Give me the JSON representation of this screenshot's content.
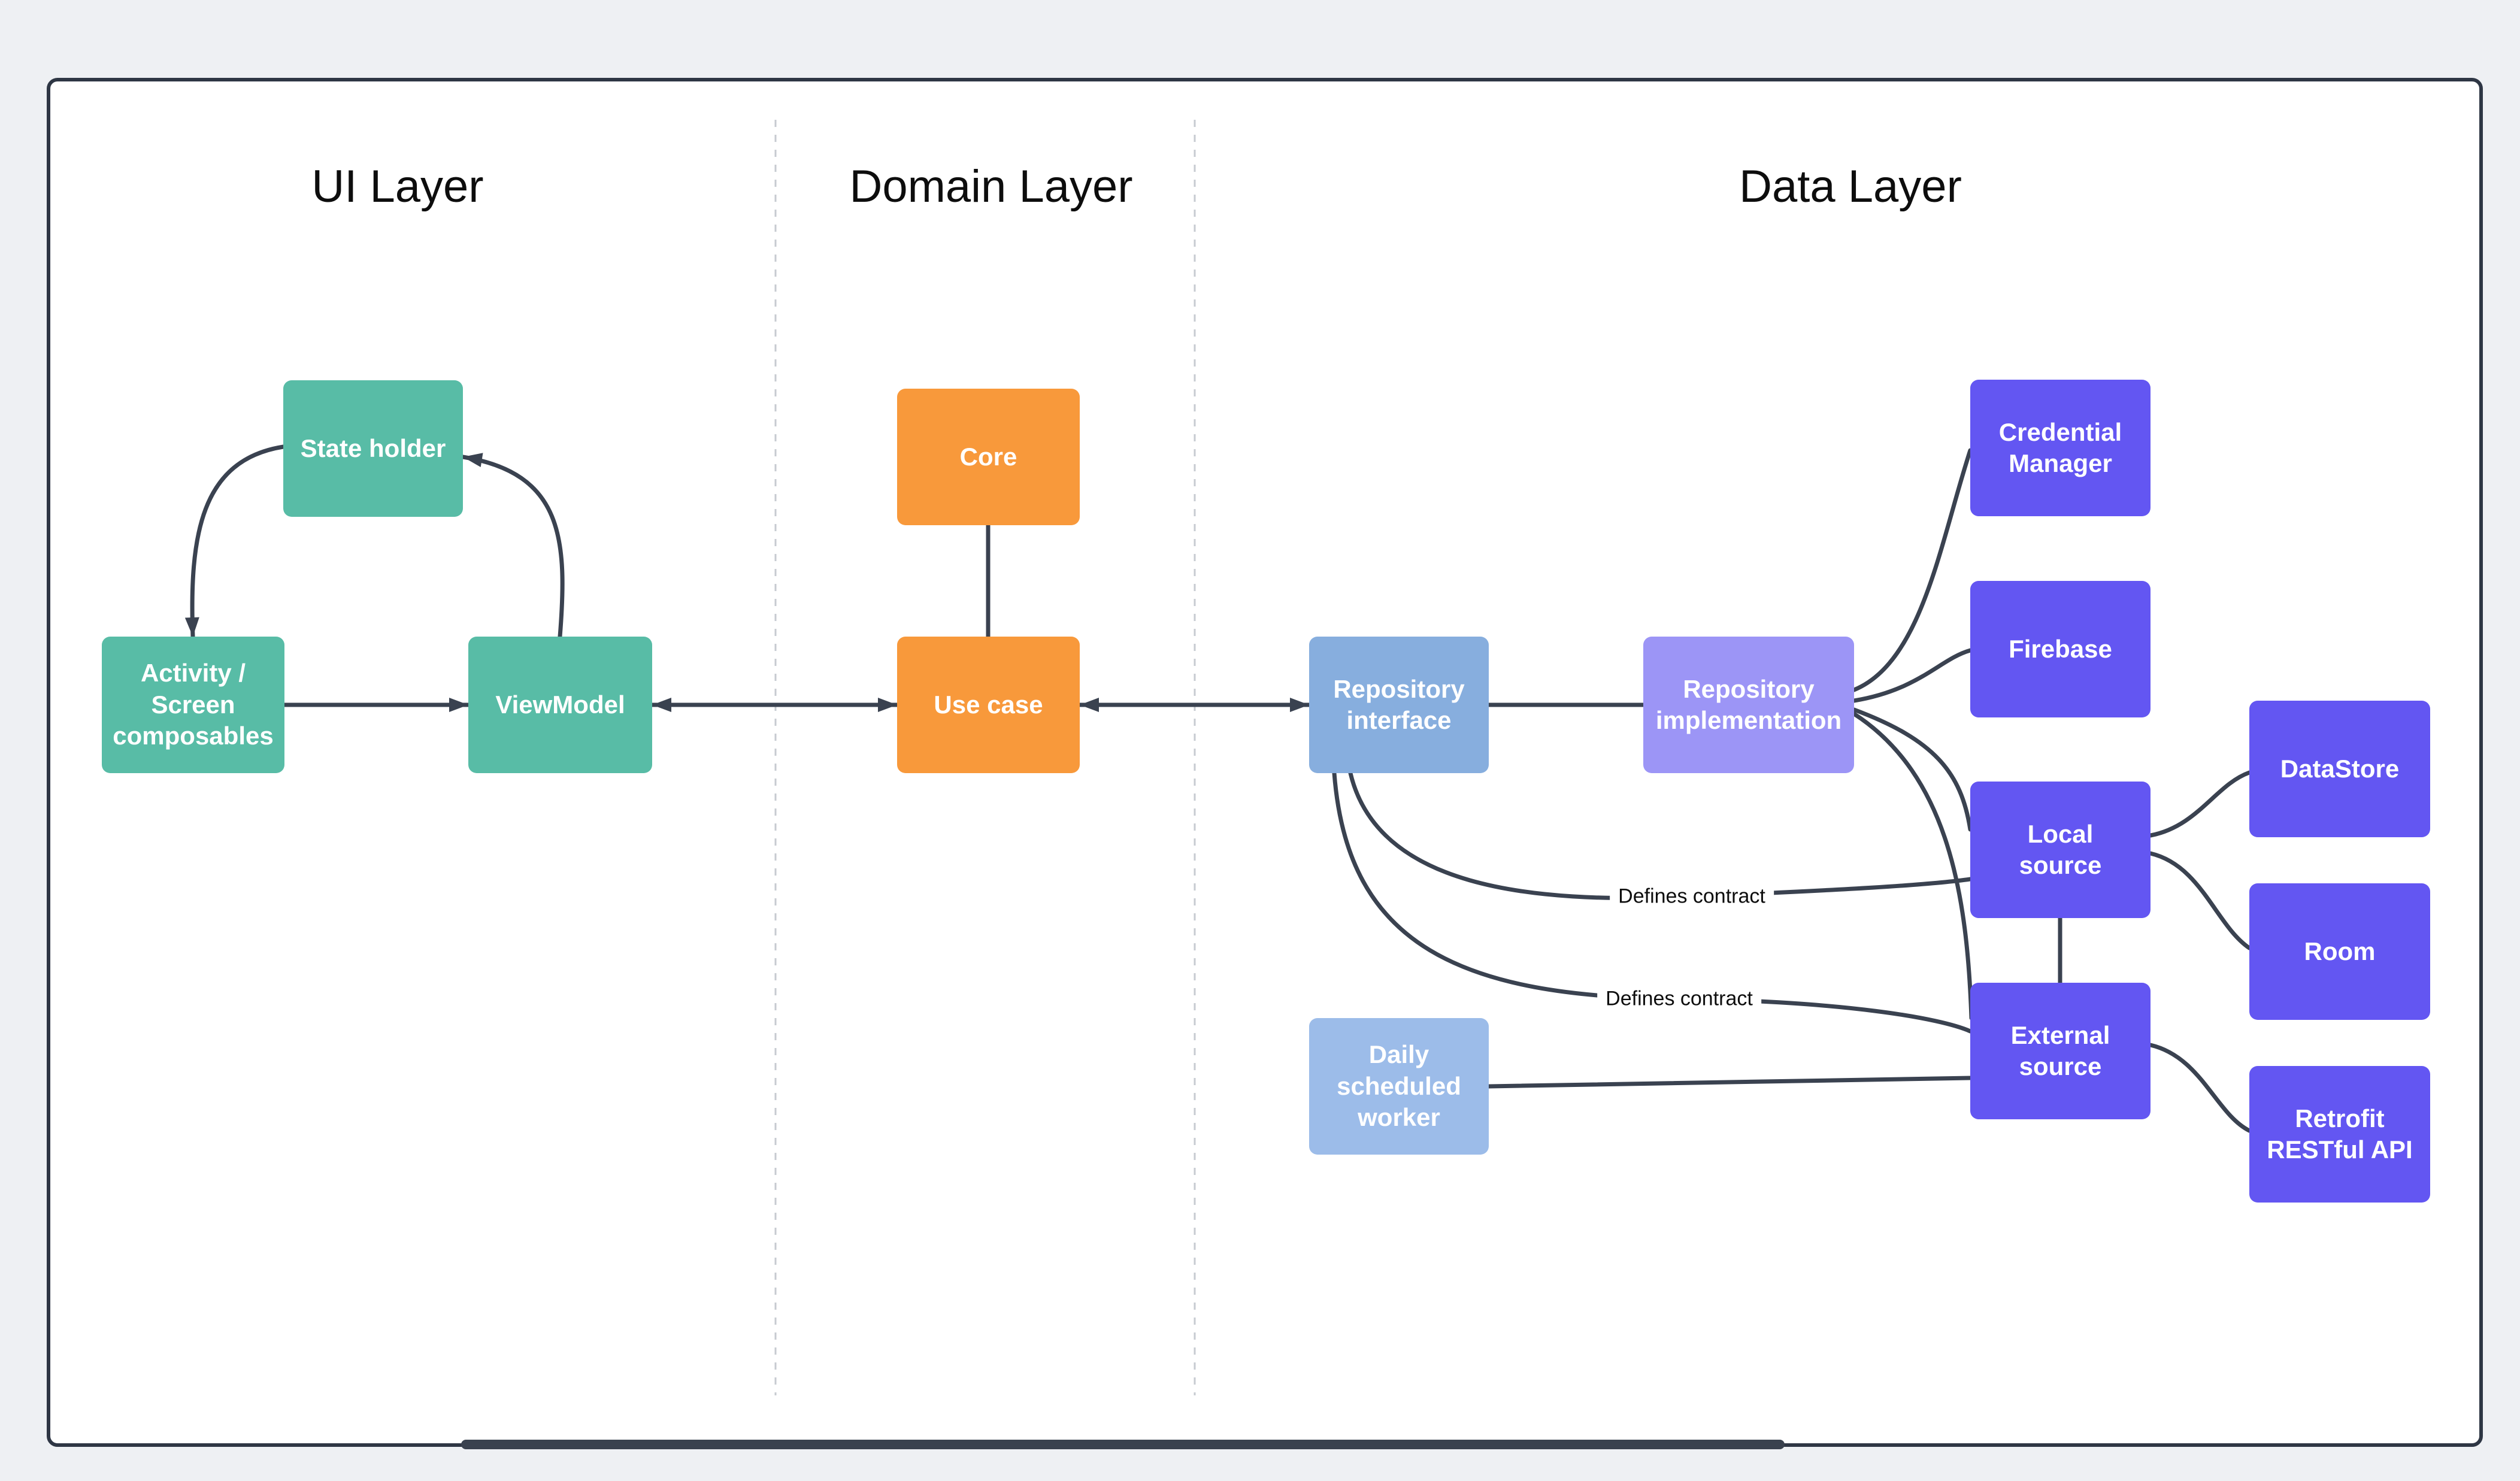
{
  "titles": {
    "ui": "UI Layer",
    "domain": "Domain Layer",
    "data": "Data Layer"
  },
  "nodes": {
    "state_holder": {
      "label": "State holder",
      "color": "#58BCA6"
    },
    "activity": {
      "label": "Activity /\nScreen\ncomposables",
      "color": "#58BCA6"
    },
    "viewmodel": {
      "label": "ViewModel",
      "color": "#58BCA6"
    },
    "core": {
      "label": "Core",
      "color": "#F8993B"
    },
    "use_case": {
      "label": "Use case",
      "color": "#F8993B"
    },
    "repository_interface": {
      "label": "Repository\ninterface",
      "color": "#87AEDE"
    },
    "repository_implementation": {
      "label": "Repository\nimplementation",
      "color": "#9C95F6"
    },
    "credential_manager": {
      "label": "Credential\nManager",
      "color": "#6356F2"
    },
    "firebase": {
      "label": "Firebase",
      "color": "#6356F2"
    },
    "local_source": {
      "label": "Local\nsource",
      "color": "#6356F2"
    },
    "external_source": {
      "label": "External\nsource",
      "color": "#6356F2"
    },
    "datastore": {
      "label": "DataStore",
      "color": "#6356F2"
    },
    "room": {
      "label": "Room",
      "color": "#6356F2"
    },
    "retrofit": {
      "label": "Retrofit\nRESTful API",
      "color": "#6356F2"
    },
    "daily_worker": {
      "label": "Daily\nscheduled\nworker",
      "color": "#9CBCE9"
    }
  },
  "edge_labels": {
    "defines_contract_1": "Defines contract",
    "defines_contract_2": "Defines contract"
  },
  "colors": {
    "background": "#EEF0F3",
    "panel_background": "#FFFFFF",
    "panel_border": "#2E3644",
    "connector": "#3A4250",
    "divider": "#C7CBD1",
    "teal": "#58BCA6",
    "orange": "#F8993B",
    "blue": "#87AEDE",
    "light_blue": "#9CBCE9",
    "light_purple": "#9C95F6",
    "purple": "#6356F2",
    "title_color": "#0D0D0D"
  }
}
